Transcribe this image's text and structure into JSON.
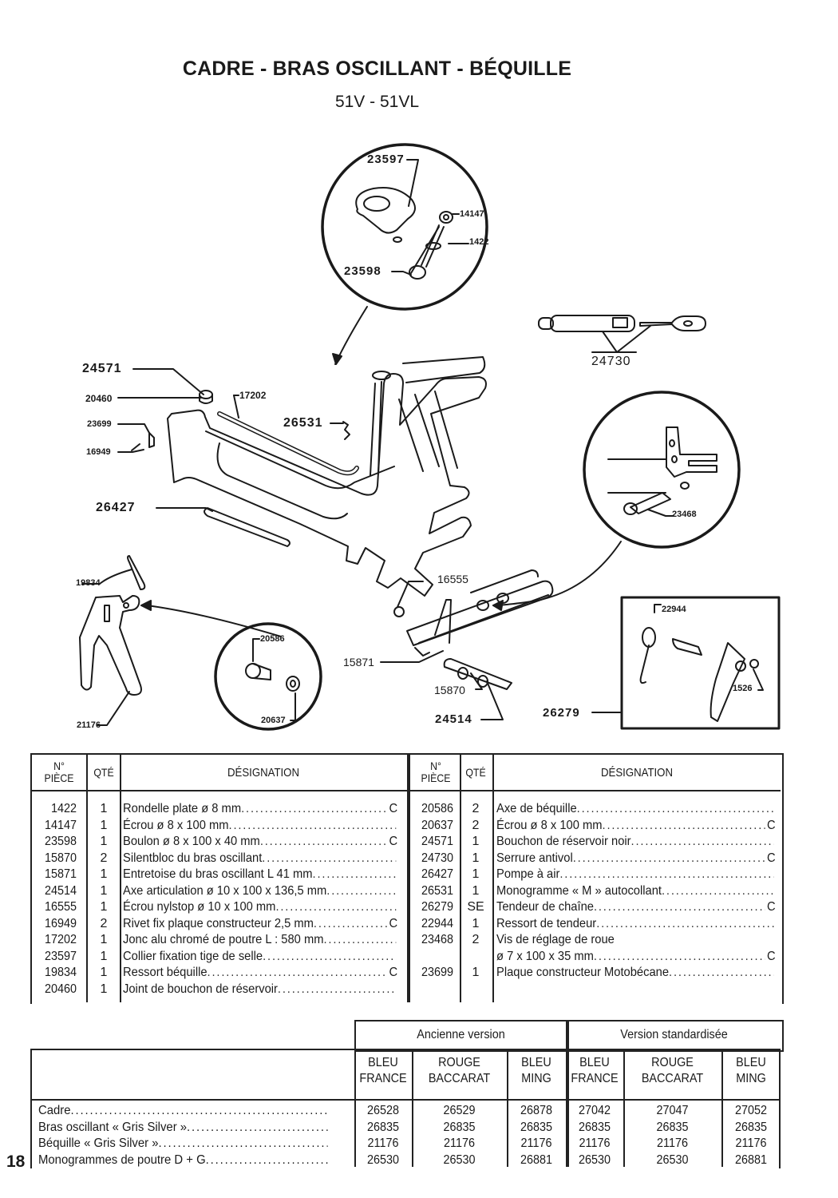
{
  "header": {
    "title": "CADRE - BRAS OSCILLANT - BÉQUILLE",
    "subtitle": "51V - 51VL"
  },
  "diagram": {
    "callouts": {
      "c23597": "23597",
      "c14147": "14147",
      "c1422": "1422",
      "c23598": "23598",
      "c24730": "24730",
      "c24571": "24571",
      "c20460": "20460",
      "c17202": "17202",
      "c26531": "26531",
      "c23699": "23699",
      "c16949": "16949",
      "c26427": "26427",
      "c23468": "23468",
      "c19834": "19834",
      "c16555": "16555",
      "c22944": "22944",
      "c20586": "20586",
      "c15871": "15871",
      "c15870": "15870",
      "c1526": "1526",
      "c20637": "20637",
      "c21176": "21176",
      "c24514": "24514",
      "c26279": "26279"
    }
  },
  "parts_table": {
    "headers": {
      "no_piece_line1": "N°",
      "no_piece_line2": "PIÈCE",
      "qty": "QTÉ",
      "designation": "DÉSIGNATION"
    },
    "left": [
      {
        "no": "1422",
        "qty": "1",
        "designation": "Rondelle plate ø 8 mm",
        "code": "C"
      },
      {
        "no": "14147",
        "qty": "1",
        "designation": "Écrou ø 8 x 100 mm",
        "code": ""
      },
      {
        "no": "23598",
        "qty": "1",
        "designation": "Boulon ø 8 x 100 x 40 mm",
        "code": "C"
      },
      {
        "no": "15870",
        "qty": "2",
        "designation": "Silentbloc du bras oscillant",
        "code": ""
      },
      {
        "no": "15871",
        "qty": "1",
        "designation": "Entretoise du bras oscillant L 41 mm",
        "code": ""
      },
      {
        "no": "24514",
        "qty": "1",
        "designation": "Axe articulation ø 10 x 100 x 136,5 mm",
        "code": ""
      },
      {
        "no": "16555",
        "qty": "1",
        "designation": "Écrou nylstop ø 10 x 100 mm",
        "code": ""
      },
      {
        "no": "16949",
        "qty": "2",
        "designation": "Rivet fix plaque constructeur 2,5 mm",
        "code": "C"
      },
      {
        "no": "17202",
        "qty": "1",
        "designation": "Jonc alu chromé de poutre L : 580 mm",
        "code": ""
      },
      {
        "no": "23597",
        "qty": "1",
        "designation": "Collier fixation tige de selle",
        "code": ""
      },
      {
        "no": "19834",
        "qty": "1",
        "designation": "Ressort béquille",
        "code": "C"
      },
      {
        "no": "20460",
        "qty": "1",
        "designation": "Joint de bouchon de réservoir",
        "code": ""
      }
    ],
    "right": [
      {
        "no": "20586",
        "qty": "2",
        "designation": "Axe de béquille",
        "code": ""
      },
      {
        "no": "20637",
        "qty": "2",
        "designation": "Écrou ø 8 x 100 mm",
        "code": "C"
      },
      {
        "no": "24571",
        "qty": "1",
        "designation": "Bouchon de réservoir noir",
        "code": ""
      },
      {
        "no": "24730",
        "qty": "1",
        "designation": "Serrure antivol",
        "code": "C"
      },
      {
        "no": "26427",
        "qty": "1",
        "designation": "Pompe à air",
        "code": ""
      },
      {
        "no": "26531",
        "qty": "1",
        "designation": "Monogramme « M » autocollant",
        "code": ""
      },
      {
        "no": "26279",
        "qty": "SE",
        "designation": "Tendeur de chaîne",
        "code": "C"
      },
      {
        "no": "22944",
        "qty": "1",
        "designation": "Ressort de tendeur",
        "code": ""
      },
      {
        "no": "23468",
        "qty": "2",
        "designation": "Vis de réglage de roue",
        "code": "",
        "nodots": true
      },
      {
        "no": "",
        "qty": "",
        "designation": "ø 7 x 100 x 35 mm",
        "code": "C"
      },
      {
        "no": "23699",
        "qty": "1",
        "designation": "Plaque constructeur Motobécane",
        "code": ""
      }
    ]
  },
  "color_table": {
    "groups": [
      "Ancienne version",
      "Version standardisée"
    ],
    "columns": [
      {
        "line1": "BLEU",
        "line2": "FRANCE"
      },
      {
        "line1": "ROUGE",
        "line2": "BACCARAT"
      },
      {
        "line1": "BLEU",
        "line2": "MING"
      },
      {
        "line1": "BLEU",
        "line2": "FRANCE"
      },
      {
        "line1": "ROUGE",
        "line2": "BACCARAT"
      },
      {
        "line1": "BLEU",
        "line2": "MING"
      }
    ],
    "rows": [
      {
        "label": "Cadre",
        "values": [
          "26528",
          "26529",
          "26878",
          "27042",
          "27047",
          "27052"
        ]
      },
      {
        "label": "Bras oscillant « Gris Silver »",
        "values": [
          "26835",
          "26835",
          "26835",
          "26835",
          "26835",
          "26835"
        ]
      },
      {
        "label": "Béquille « Gris Silver »",
        "values": [
          "21176",
          "21176",
          "21176",
          "21176",
          "21176",
          "21176"
        ]
      },
      {
        "label": "Monogrammes de poutre D + G",
        "values": [
          "26530",
          "26530",
          "26881",
          "26530",
          "26530",
          "26881"
        ]
      }
    ]
  },
  "footer": {
    "page_number": "18"
  }
}
